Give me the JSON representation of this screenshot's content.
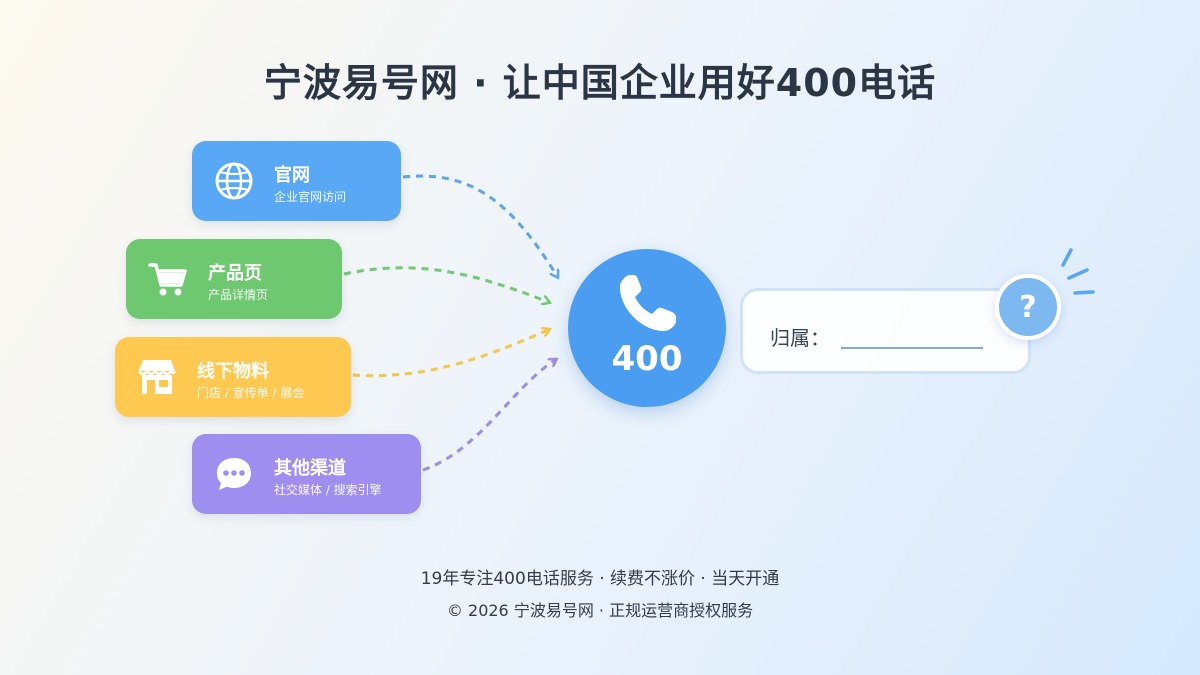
{
  "title": "宁波易号网 · 让中国企业用好400电话",
  "channels": [
    {
      "icon": "globe-icon",
      "title": "官网",
      "subtitle": "企业官网访问",
      "color": "#58a8f6"
    },
    {
      "icon": "shopping-cart-icon",
      "title": "产品页",
      "subtitle": "产品详情页",
      "color": "#6dc86f"
    },
    {
      "icon": "storefront-icon",
      "title": "线下物料",
      "subtitle": "门店 / 宣传单 / 展会",
      "color": "#ffc850"
    },
    {
      "icon": "chat-bubble-icon",
      "title": "其他渠道",
      "subtitle": "社交媒体 / 搜索引擎",
      "color": "#9d8ef0"
    }
  ],
  "hub": {
    "icon": "phone-icon",
    "number": "400",
    "color": "#4b9df2"
  },
  "attribution": {
    "label": "归属：",
    "icon": "question-icon",
    "symbol": "?"
  },
  "footer": {
    "line1": "19年专注400电话服务 · 续费不涨价 · 当天开通",
    "line2": "© 2026 宁波易号网 · 正规运营商授权服务"
  }
}
